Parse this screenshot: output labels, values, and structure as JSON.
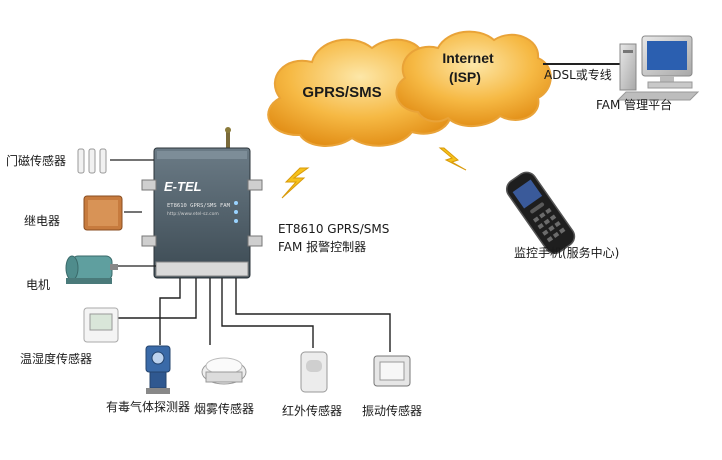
{
  "clouds": {
    "gprs_label": "GPRS/SMS",
    "internet_label_line1": "Internet",
    "internet_label_line2": "(ISP)"
  },
  "links": {
    "adsl_label": "ADSL或专线"
  },
  "platform": {
    "label": "FAM 管理平台"
  },
  "device": {
    "brand": "E-TEL",
    "model_text": "ET8610 GPRS/SMS FAM",
    "url_text": "http://www.etel-sz.com",
    "caption_line1": "ET8610 GPRS/SMS",
    "caption_line2": "FAM 报警控制器"
  },
  "phone": {
    "label": "监控手机(服务中心)"
  },
  "peripherals": {
    "door_sensor": "门磁传感器",
    "relay": "继电器",
    "motor": "电机",
    "temp_humidity_sensor": "温湿度传感器",
    "toxic_gas_detector": "有毒气体探测器",
    "smoke_sensor": "烟雾传感器",
    "infrared_sensor": "红外传感器",
    "vibration_sensor": "振动传感器"
  },
  "colors": {
    "cloud_fill": "#f2a72a",
    "cloud_highlight": "#fbd57a",
    "lightning": "#f6c21b",
    "device_body": "#4a5963",
    "wire": "#222222"
  }
}
